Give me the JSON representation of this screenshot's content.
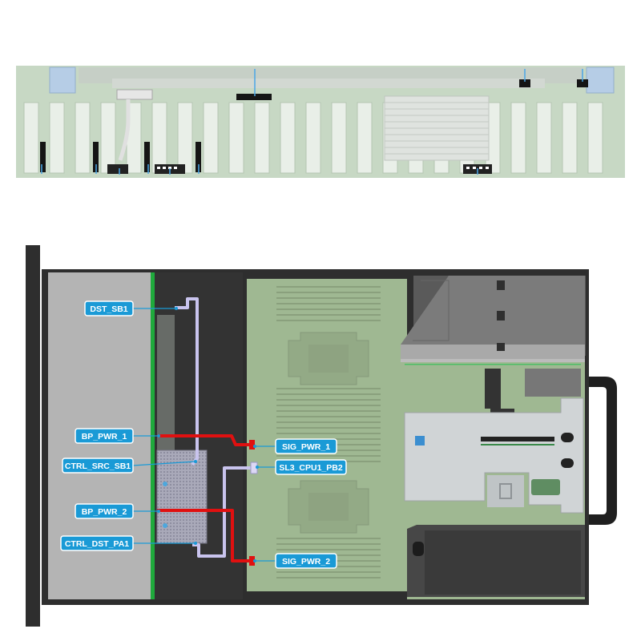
{
  "colors": {
    "label_fill": "#1a9ad6",
    "label_stroke": "#ffffff",
    "power_cable": "#e01010",
    "signal_cable": "#c9c4ee",
    "board_green": "#9fb892",
    "chassis_dark": "#2e2e2e",
    "backplane_green": "#1faa3c"
  },
  "labels": {
    "dst_sb1": "DST_SB1",
    "bp_pwr_1": "BP_PWR_1",
    "ctrl_src_sb1": "CTRL_SRC_SB1",
    "bp_pwr_2": "BP_PWR_2",
    "ctrl_dst_pa1": "CTRL_DST_PA1",
    "sig_pwr_1": "SIG_PWR_1",
    "sl3_cpu1_pb2": "SL3_CPU1_PB2",
    "sig_pwr_2": "SIG_PWR_2"
  }
}
